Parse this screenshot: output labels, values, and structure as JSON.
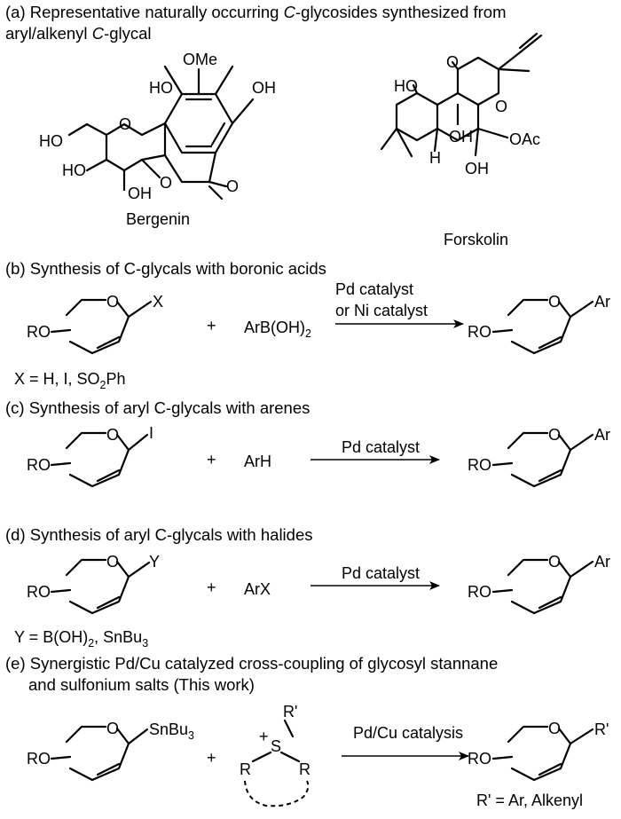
{
  "sections": {
    "a": {
      "prefix": "(a) Representative naturally occurring ",
      "italic": "C",
      "middle": "-glycosides synthesized from",
      "line2_pre": "aryl/alkenyl ",
      "line2_italic": "C",
      "line2_post": "-glycal",
      "left_compound": "Bergenin",
      "right_compound": "Forskolin",
      "atoms": {
        "ome": "OMe",
        "ho_top": "HO",
        "oh_top": "OH",
        "ho_ch2": "HO",
        "o_ring": "O",
        "ho_c3": "HO",
        "oh_c2": "OH",
        "o_lactone": "O",
        "o_carbonyl": "O",
        "f_ho": "HO",
        "f_o_ketone": "O",
        "f_o_ring": "O",
        "f_oh_mid": "OH",
        "f_h": "H",
        "f_oac": "OAc",
        "f_oh_bot": "OH"
      }
    },
    "b": {
      "title": "(b) Synthesis of C-glycals with boronic acids",
      "ro": "RO",
      "o": "O",
      "x": "X",
      "reagent_pre": "ArB(OH)",
      "reagent_sub": "2",
      "plus": "+",
      "catalyst_line1": "Pd catalyst",
      "catalyst_line2": "or Ni catalyst",
      "product_ar": "Ar",
      "note_pre": "X = H, I, SO",
      "note_sub": "2",
      "note_post": "Ph"
    },
    "c": {
      "title": "(c) Synthesis of aryl C-glycals with arenes",
      "ro": "RO",
      "o": "O",
      "i": "I",
      "plus": "+",
      "reagent": "ArH",
      "catalyst": "Pd catalyst",
      "product_ar": "Ar"
    },
    "d": {
      "title": "(d) Synthesis of aryl C-glycals with halides",
      "ro": "RO",
      "o": "O",
      "y": "Y",
      "plus": "+",
      "reagent": "ArX",
      "catalyst": "Pd catalyst",
      "product_ar": "Ar",
      "note_pre": "Y = B(OH)",
      "note_sub": "2",
      "note_mid": ", SnBu",
      "note_sub2": "3"
    },
    "e": {
      "title_line1": "(e) Synergistic Pd/Cu catalyzed cross-coupling of glycosyl stannane",
      "title_line2": "and sulfonium salts (This work)",
      "ro": "RO",
      "o": "O",
      "sn_pre": "SnBu",
      "sn_sub": "3",
      "plus": "+",
      "r_prime": "R'",
      "s_plus": "+",
      "s": "S",
      "r_left": "R",
      "r_right": "R",
      "catalyst": "Pd/Cu catalysis",
      "product_r": "R'",
      "note": "R' = Ar, Alkenyl"
    }
  }
}
